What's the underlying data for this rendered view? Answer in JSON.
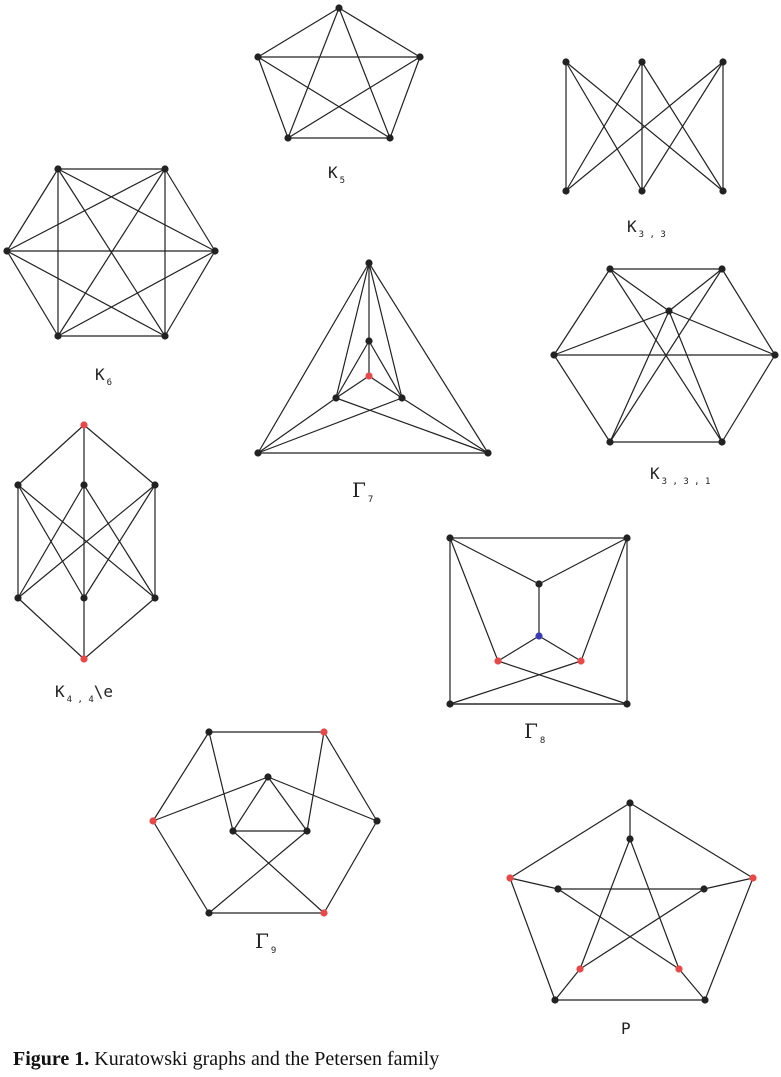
{
  "caption": {
    "label": "Figure 1.",
    "text": " Kuratowski graphs and the Petersen family"
  },
  "colors": {
    "default": "#222222",
    "red": "#e84848",
    "blue": "#3a3ab8"
  },
  "graphs": [
    {
      "id": "k5",
      "label": {
        "main": "K",
        "sub": "5"
      },
      "nodes": [],
      "edges": []
    },
    {
      "id": "k33",
      "label": {
        "main": "K",
        "sub": "3,3"
      },
      "nodes": [],
      "edges": []
    },
    {
      "id": "k6",
      "label": {
        "main": "K",
        "sub": "6"
      },
      "nodes": [],
      "edges": []
    },
    {
      "id": "gamma7",
      "label": {
        "main": "Γ",
        "sub": "7"
      },
      "nodes": [],
      "edges": []
    },
    {
      "id": "k331",
      "label": {
        "main": "K",
        "sub": "3,3,1"
      },
      "nodes": [],
      "edges": []
    },
    {
      "id": "k44e",
      "label": {
        "main": "K",
        "sub": "4,4",
        "suffix": "\\e"
      },
      "nodes": [],
      "edges": []
    },
    {
      "id": "gamma8",
      "label": {
        "main": "Γ",
        "sub": "8"
      },
      "nodes": [],
      "edges": []
    },
    {
      "id": "gamma9",
      "label": {
        "main": "Γ",
        "sub": "9"
      },
      "nodes": [],
      "edges": []
    },
    {
      "id": "petersen",
      "label": {
        "main": "P"
      },
      "nodes": [],
      "edges": []
    }
  ]
}
